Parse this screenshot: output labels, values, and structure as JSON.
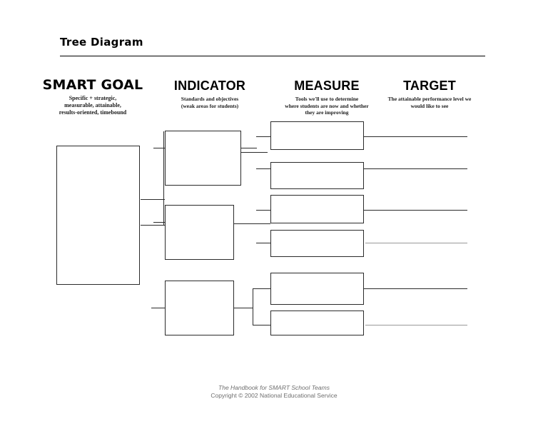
{
  "document": {
    "title": "Tree Diagram"
  },
  "columns": [
    {
      "key": "smart_goal",
      "title": "SMART GOAL",
      "subtitle": "Specific + strategic,\nmeasurable, attainable,\nresults-oriented, timebound"
    },
    {
      "key": "indicator",
      "title": "INDICATOR",
      "subtitle": "Standards and objectives\n(weak areas for students)"
    },
    {
      "key": "measure",
      "title": "MEASURE",
      "subtitle": "Tools we'll use to determine\nwhere students are now and whether\nthey are improving"
    },
    {
      "key": "target",
      "title": "TARGET",
      "subtitle": "The attainable performance level we\nwould like to see"
    }
  ],
  "diagram": {
    "goal_boxes": [
      {
        "id": "goal-1",
        "value": ""
      }
    ],
    "indicator_boxes": [
      {
        "id": "indicator-1",
        "value": ""
      },
      {
        "id": "indicator-2",
        "value": ""
      },
      {
        "id": "indicator-3",
        "value": ""
      }
    ],
    "measure_boxes": [
      {
        "id": "measure-1",
        "value": ""
      },
      {
        "id": "measure-2",
        "value": ""
      },
      {
        "id": "measure-3",
        "value": ""
      },
      {
        "id": "measure-4",
        "value": ""
      },
      {
        "id": "measure-5",
        "value": ""
      },
      {
        "id": "measure-6",
        "value": ""
      }
    ],
    "target_lines": [
      {
        "id": "target-1",
        "value": ""
      },
      {
        "id": "target-2",
        "value": ""
      },
      {
        "id": "target-3",
        "value": ""
      },
      {
        "id": "target-4",
        "value": ""
      },
      {
        "id": "target-5",
        "value": ""
      },
      {
        "id": "target-6",
        "value": ""
      }
    ]
  },
  "footer": {
    "line1": "The Handbook for SMART School Teams",
    "line2": "Copyright © 2002 National Educational Service"
  },
  "colors": {
    "ink": "#2b2b2b",
    "text": "#000000",
    "footer_text": "#6f6f6f",
    "faint_rule": "#9a9a9a",
    "page_background": "#ffffff"
  }
}
